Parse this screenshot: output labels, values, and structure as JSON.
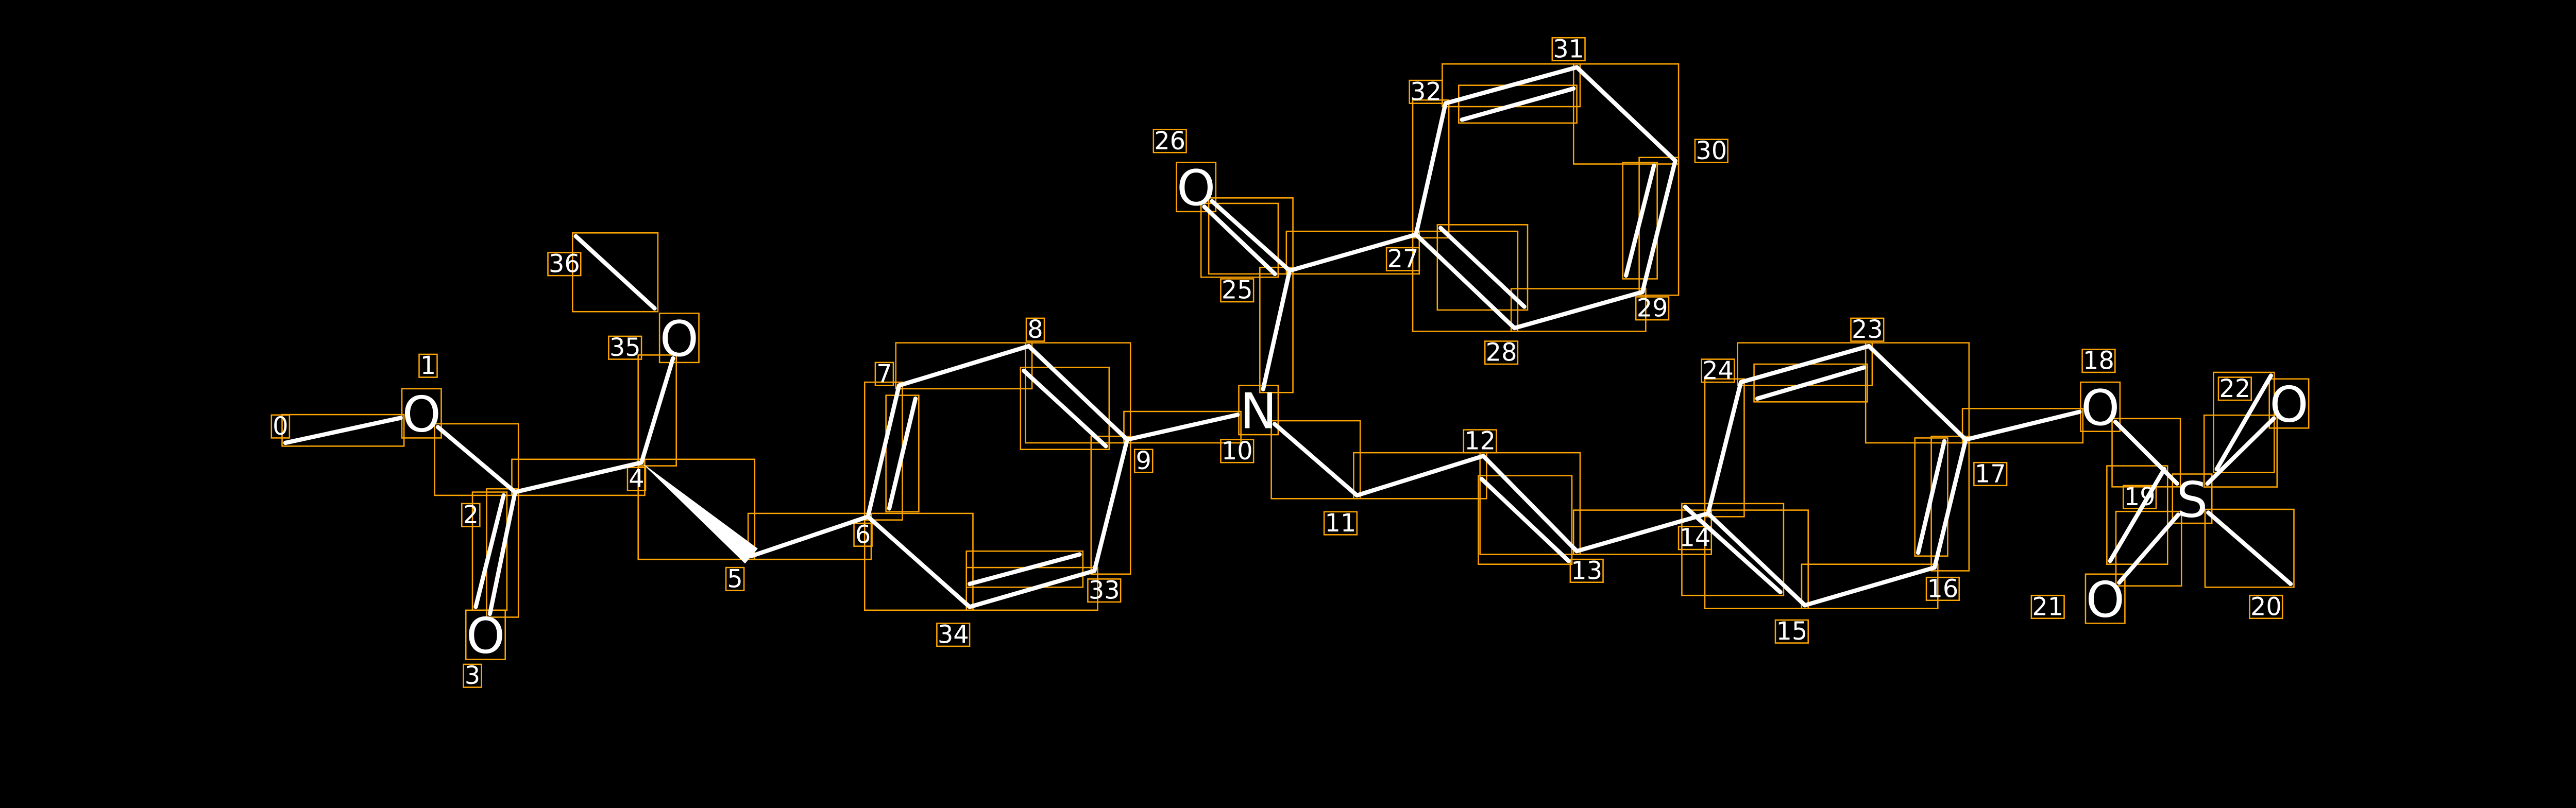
{
  "colors": {
    "background": "#000000",
    "bond": "#ffffff",
    "box": "#FFA500"
  },
  "atoms": [
    {
      "index": "0",
      "element": ""
    },
    {
      "index": "1",
      "element": "O"
    },
    {
      "index": "2",
      "element": ""
    },
    {
      "index": "3",
      "element": "O"
    },
    {
      "index": "4",
      "element": ""
    },
    {
      "index": "5",
      "element": ""
    },
    {
      "index": "6",
      "element": ""
    },
    {
      "index": "7",
      "element": ""
    },
    {
      "index": "8",
      "element": ""
    },
    {
      "index": "9",
      "element": ""
    },
    {
      "index": "10",
      "element": "N"
    },
    {
      "index": "11",
      "element": ""
    },
    {
      "index": "12",
      "element": ""
    },
    {
      "index": "13",
      "element": ""
    },
    {
      "index": "14",
      "element": ""
    },
    {
      "index": "15",
      "element": ""
    },
    {
      "index": "16",
      "element": ""
    },
    {
      "index": "17",
      "element": ""
    },
    {
      "index": "18",
      "element": "O"
    },
    {
      "index": "19",
      "element": "S"
    },
    {
      "index": "20",
      "element": ""
    },
    {
      "index": "21",
      "element": "O"
    },
    {
      "index": "22",
      "element": "O"
    },
    {
      "index": "23",
      "element": ""
    },
    {
      "index": "24",
      "element": ""
    },
    {
      "index": "25",
      "element": ""
    },
    {
      "index": "26",
      "element": "O"
    },
    {
      "index": "27",
      "element": ""
    },
    {
      "index": "28",
      "element": ""
    },
    {
      "index": "29",
      "element": ""
    },
    {
      "index": "30",
      "element": ""
    },
    {
      "index": "31",
      "element": ""
    },
    {
      "index": "32",
      "element": ""
    },
    {
      "index": "33",
      "element": ""
    },
    {
      "index": "34",
      "element": ""
    },
    {
      "index": "35",
      "element": "O"
    },
    {
      "index": "36",
      "element": ""
    }
  ],
  "bonds": [
    {
      "a": 0,
      "b": 1,
      "order": 1
    },
    {
      "a": 1,
      "b": 2,
      "order": 1
    },
    {
      "a": 2,
      "b": 3,
      "order": 2
    },
    {
      "a": 2,
      "b": 4,
      "order": 1
    },
    {
      "a": 4,
      "b": 35,
      "order": 1
    },
    {
      "a": 4,
      "b": 5,
      "order": 1,
      "style": "wedge"
    },
    {
      "a": 5,
      "b": 6,
      "order": 1
    },
    {
      "a": 6,
      "b": 7,
      "order": 2
    },
    {
      "a": 7,
      "b": 8,
      "order": 1
    },
    {
      "a": 8,
      "b": 9,
      "order": 2
    },
    {
      "a": 9,
      "b": 33,
      "order": 1
    },
    {
      "a": 33,
      "b": 34,
      "order": 2
    },
    {
      "a": 34,
      "b": 6,
      "order": 1
    },
    {
      "a": 9,
      "b": 10,
      "order": 1
    },
    {
      "a": 10,
      "b": 11,
      "order": 1
    },
    {
      "a": 11,
      "b": 12,
      "order": 1
    },
    {
      "a": 12,
      "b": 13,
      "order": 2
    },
    {
      "a": 13,
      "b": 14,
      "order": 1
    },
    {
      "a": 14,
      "b": 15,
      "order": 2
    },
    {
      "a": 15,
      "b": 16,
      "order": 1
    },
    {
      "a": 16,
      "b": 17,
      "order": 2
    },
    {
      "a": 17,
      "b": 23,
      "order": 1
    },
    {
      "a": 23,
      "b": 24,
      "order": 2
    },
    {
      "a": 24,
      "b": 14,
      "order": 1
    },
    {
      "a": 17,
      "b": 18,
      "order": 1
    },
    {
      "a": 18,
      "b": 19,
      "order": 1
    },
    {
      "a": 19,
      "b": 20,
      "order": 1
    },
    {
      "a": 19,
      "b": 21,
      "order": 2
    },
    {
      "a": 19,
      "b": 22,
      "order": 2
    },
    {
      "a": 10,
      "b": 25,
      "order": 1
    },
    {
      "a": 25,
      "b": 26,
      "order": 2
    },
    {
      "a": 25,
      "b": 27,
      "order": 1
    },
    {
      "a": 27,
      "b": 28,
      "order": 2
    },
    {
      "a": 28,
      "b": 29,
      "order": 1
    },
    {
      "a": 29,
      "b": 30,
      "order": 2
    },
    {
      "a": 30,
      "b": 31,
      "order": 1
    },
    {
      "a": 31,
      "b": 32,
      "order": 2
    },
    {
      "a": 32,
      "b": 27,
      "order": 1
    },
    {
      "a": 36,
      "b": 36,
      "order": 1,
      "style": "dangling"
    }
  ]
}
